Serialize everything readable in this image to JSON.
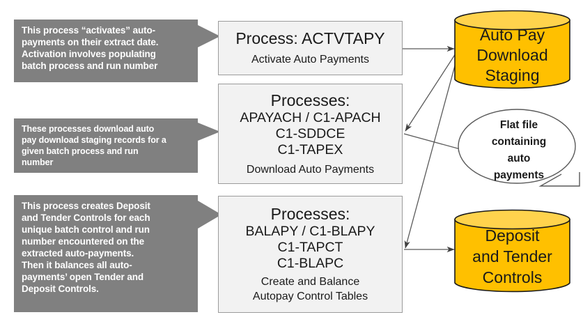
{
  "diagram": {
    "title": "Auto Payment Batch Process Flow",
    "colors": {
      "callout_fill": "#808080",
      "callout_text": "#ffffff",
      "process_fill": "#f2f2f2",
      "process_border": "#9b9b9b",
      "cylinder_fill": "#ffc000",
      "cylinder_top": "#ffd34d",
      "cylinder_border": "#1a1a1a",
      "oval_border": "#595959",
      "connector": "#595959",
      "background": "#ffffff"
    }
  },
  "callouts": [
    {
      "id": "callout-activate",
      "lines": [
        "This process “activates” auto-",
        "payments on their extract date.",
        "Activation involves populating",
        "batch process and run number"
      ]
    },
    {
      "id": "callout-download",
      "lines": [
        "These processes download   auto",
        "pay download staging records for a",
        "given batch process and run",
        "number"
      ]
    },
    {
      "id": "callout-balance",
      "lines": [
        "This process creates Deposit",
        "and Tender Controls for each",
        "unique batch control and run",
        "number encountered on the",
        "extracted auto-payments.",
        "Then it balances all auto-",
        "payments’ open Tender and",
        "Deposit Controls."
      ]
    }
  ],
  "process_boxes": [
    {
      "id": "process-activate",
      "title": "Process: ACTVTAPY",
      "codes": [],
      "subtitle": [
        "Activate Auto Payments"
      ]
    },
    {
      "id": "process-download",
      "title": "Processes:",
      "codes": [
        "APAYACH / C1-APACH",
        "C1-SDDCE",
        "C1-TAPEX"
      ],
      "subtitle": [
        "Download Auto Payments"
      ]
    },
    {
      "id": "process-balance",
      "title": "Processes:",
      "codes": [
        "BALAPY / C1-BLAPY",
        "C1-TAPCT",
        "C1-BLAPC"
      ],
      "subtitle": [
        "Create and Balance",
        "Autopay Control Tables"
      ]
    }
  ],
  "data_stores": [
    {
      "id": "store-auto-pay-download-staging",
      "shape": "cylinder",
      "lines": [
        "Auto Pay",
        "Download",
        "Staging"
      ]
    },
    {
      "id": "store-deposit-and-tender-controls",
      "shape": "cylinder",
      "lines": [
        "Deposit",
        "and Tender",
        "Controls"
      ]
    }
  ],
  "oval_note": {
    "id": "note-flat-file",
    "shape": "oval-callout",
    "lines": [
      "Flat file",
      "containing",
      "auto",
      "payments"
    ]
  },
  "connectors": [
    {
      "id": "arrow-activate-to-staging",
      "from": "process-activate",
      "to": "store-auto-pay-download-staging"
    },
    {
      "id": "arrow-staging-to-download",
      "from": "store-auto-pay-download-staging",
      "to": "process-download"
    },
    {
      "id": "arrow-download-to-flatfile",
      "from": "process-download",
      "to": "note-flat-file"
    },
    {
      "id": "arrow-staging-to-balance",
      "from": "store-auto-pay-download-staging",
      "to": "process-balance"
    },
    {
      "id": "arrow-balance-to-controls",
      "from": "process-balance",
      "to": "store-deposit-and-tender-controls"
    }
  ]
}
